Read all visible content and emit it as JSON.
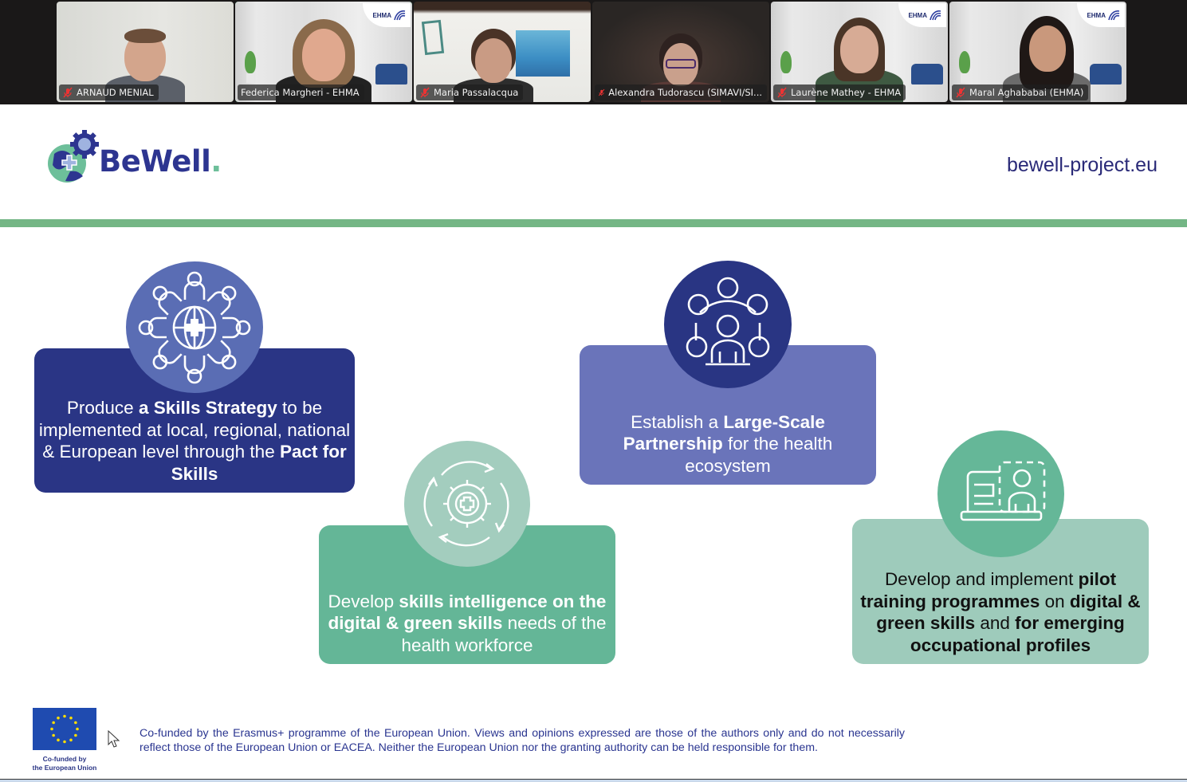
{
  "meeting": {
    "participants": [
      {
        "name": "ARNAUD MENIAL",
        "muted": true,
        "active_speaker": false,
        "has_ehma_logo": false
      },
      {
        "name": "Federica Margheri - EHMA",
        "muted": false,
        "active_speaker": true,
        "has_ehma_logo": true
      },
      {
        "name": "Maria Passalacqua",
        "muted": true,
        "active_speaker": false,
        "has_ehma_logo": false
      },
      {
        "name": "Alexandra Tudorascu (SIMAVI/SI...",
        "muted": true,
        "active_speaker": false,
        "has_ehma_logo": false
      },
      {
        "name": "Laurène Mathey - EHMA",
        "muted": true,
        "active_speaker": false,
        "has_ehma_logo": true
      },
      {
        "name": "Maral Aghababai (EHMA)",
        "muted": true,
        "active_speaker": false,
        "has_ehma_logo": true
      }
    ],
    "ehma_logo_text": "EHMA",
    "active_speaker_color": "#23d87a"
  },
  "slide": {
    "logo": {
      "name": "BeWell",
      "dot": "."
    },
    "url": "bewell-project.eu",
    "cards": [
      {
        "icon": "people-around-globe-icon",
        "parts": [
          {
            "t": "Produce ",
            "b": false
          },
          {
            "t": "a Skills Strategy",
            "b": true
          },
          {
            "t": " to be implemented at local, regional, national & European level through the ",
            "b": false
          },
          {
            "t": "Pact for Skills",
            "b": true
          }
        ]
      },
      {
        "icon": "gear-cycle-icon",
        "parts": [
          {
            "t": "Develop ",
            "b": false
          },
          {
            "t": "skills intelligence on the digital & green skills",
            "b": true
          },
          {
            "t": " needs of the health workforce",
            "b": false
          }
        ]
      },
      {
        "icon": "network-partnership-icon",
        "parts": [
          {
            "t": "Establish a ",
            "b": false
          },
          {
            "t": "Large-Scale Partnership",
            "b": true
          },
          {
            "t": " for the health ecosystem",
            "b": false
          }
        ]
      },
      {
        "icon": "online-training-icon",
        "parts": [
          {
            "t": "Develop and implement ",
            "b": false
          },
          {
            "t": "pilot training programmes",
            "b": true
          },
          {
            "t": " on ",
            "b": false
          },
          {
            "t": "digital & green skills",
            "b": true
          },
          {
            "t": " and ",
            "b": false
          },
          {
            "t": "for emerging occupational profiles",
            "b": true
          }
        ]
      }
    ],
    "footer": {
      "eu_caption_line1": "Co-funded by",
      "eu_caption_line2": "the European Union",
      "disclaimer": "Co-funded by the Erasmus+ programme of the European Union. Views and opinions expressed are those of the authors only and do not necessarily reflect those of the European Union or EACEA. Neither the European Union nor the granting authority can be held responsible for them."
    },
    "colors": {
      "navy": "#2a3585",
      "periwinkle": "#6a74ba",
      "green": "#64b697",
      "light_green": "#9ecbbb",
      "rule": "#74b685"
    }
  }
}
